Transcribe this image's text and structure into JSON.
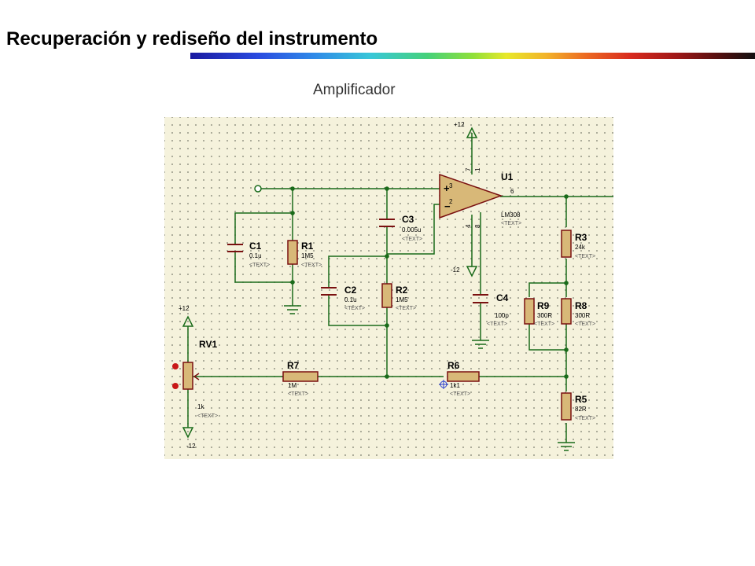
{
  "page": {
    "title": "Recuperación y rediseño del instrumento",
    "subtitle": "Amplificador"
  },
  "schematic": {
    "placeholder_text": "<TEXT>",
    "supply_pos": "+12",
    "supply_neg": "-12",
    "opamp": {
      "ref": "U1",
      "model": "LM308",
      "pins": {
        "in_pos": "3",
        "in_neg": "2",
        "out": "6",
        "vpos": "7",
        "comp1": "1",
        "vneg": "4",
        "comp2": "8"
      }
    },
    "components": {
      "C1": {
        "ref": "C1",
        "value": "0.1u"
      },
      "R1": {
        "ref": "R1",
        "value": "1M5"
      },
      "C2": {
        "ref": "C2",
        "value": "0.1u"
      },
      "R2": {
        "ref": "R2",
        "value": "1M5"
      },
      "C3": {
        "ref": "C3",
        "value": "0.005u"
      },
      "C4": {
        "ref": "C4",
        "value": "100p"
      },
      "R3": {
        "ref": "R3",
        "value": "24k"
      },
      "R9": {
        "ref": "R9",
        "value": "300R"
      },
      "R8": {
        "ref": "R8",
        "value": "300R"
      },
      "R5": {
        "ref": "R5",
        "value": "82R"
      },
      "R7": {
        "ref": "R7",
        "value": "1M"
      },
      "R6": {
        "ref": "R6",
        "value": "1k1"
      },
      "RV1": {
        "ref": "RV1",
        "value": "1k"
      }
    }
  }
}
